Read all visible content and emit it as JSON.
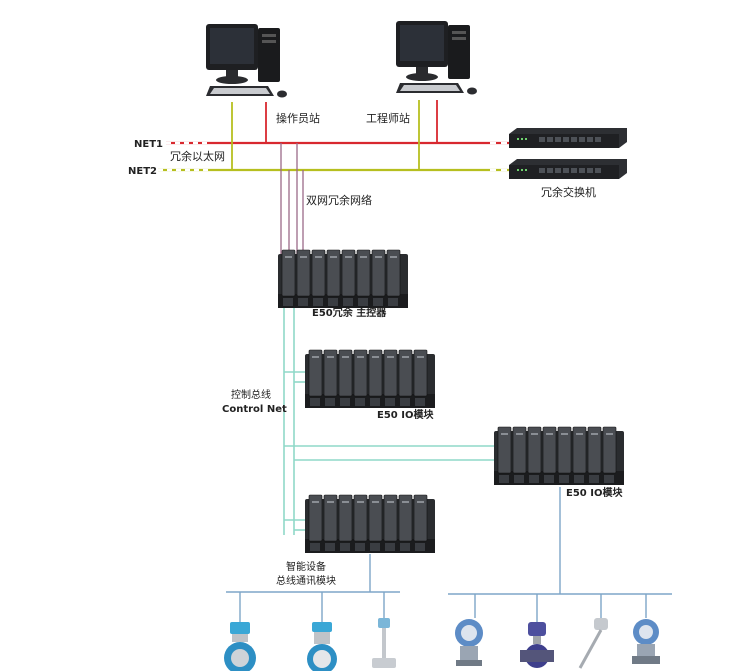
{
  "stations": {
    "operator_label": "操作员站",
    "engineer_label": "工程师站"
  },
  "network": {
    "net1_label": "NET1",
    "net2_label": "NET2",
    "redundant_ethernet_label": "冗余以太网",
    "dual_network_label": "双网冗余网络",
    "switch_label": "冗余交换机"
  },
  "controller": {
    "main_label": "E50冗余 主控器"
  },
  "control_bus": {
    "label_cn": "控制总线",
    "label_en": "Control Net"
  },
  "io_modules": {
    "left_label": "E50 IO模块",
    "right_label": "E50 IO模块"
  },
  "fieldbus_module": {
    "line1": "智能设备",
    "line2": "总线通讯模块"
  },
  "colors": {
    "net1_line": "#d8282f",
    "net2_line": "#b6bf1f",
    "control_net_line": "#8fd8c8",
    "dual_net_lines": "#9c6a88",
    "field_bus_line": "#7ea6c8"
  }
}
